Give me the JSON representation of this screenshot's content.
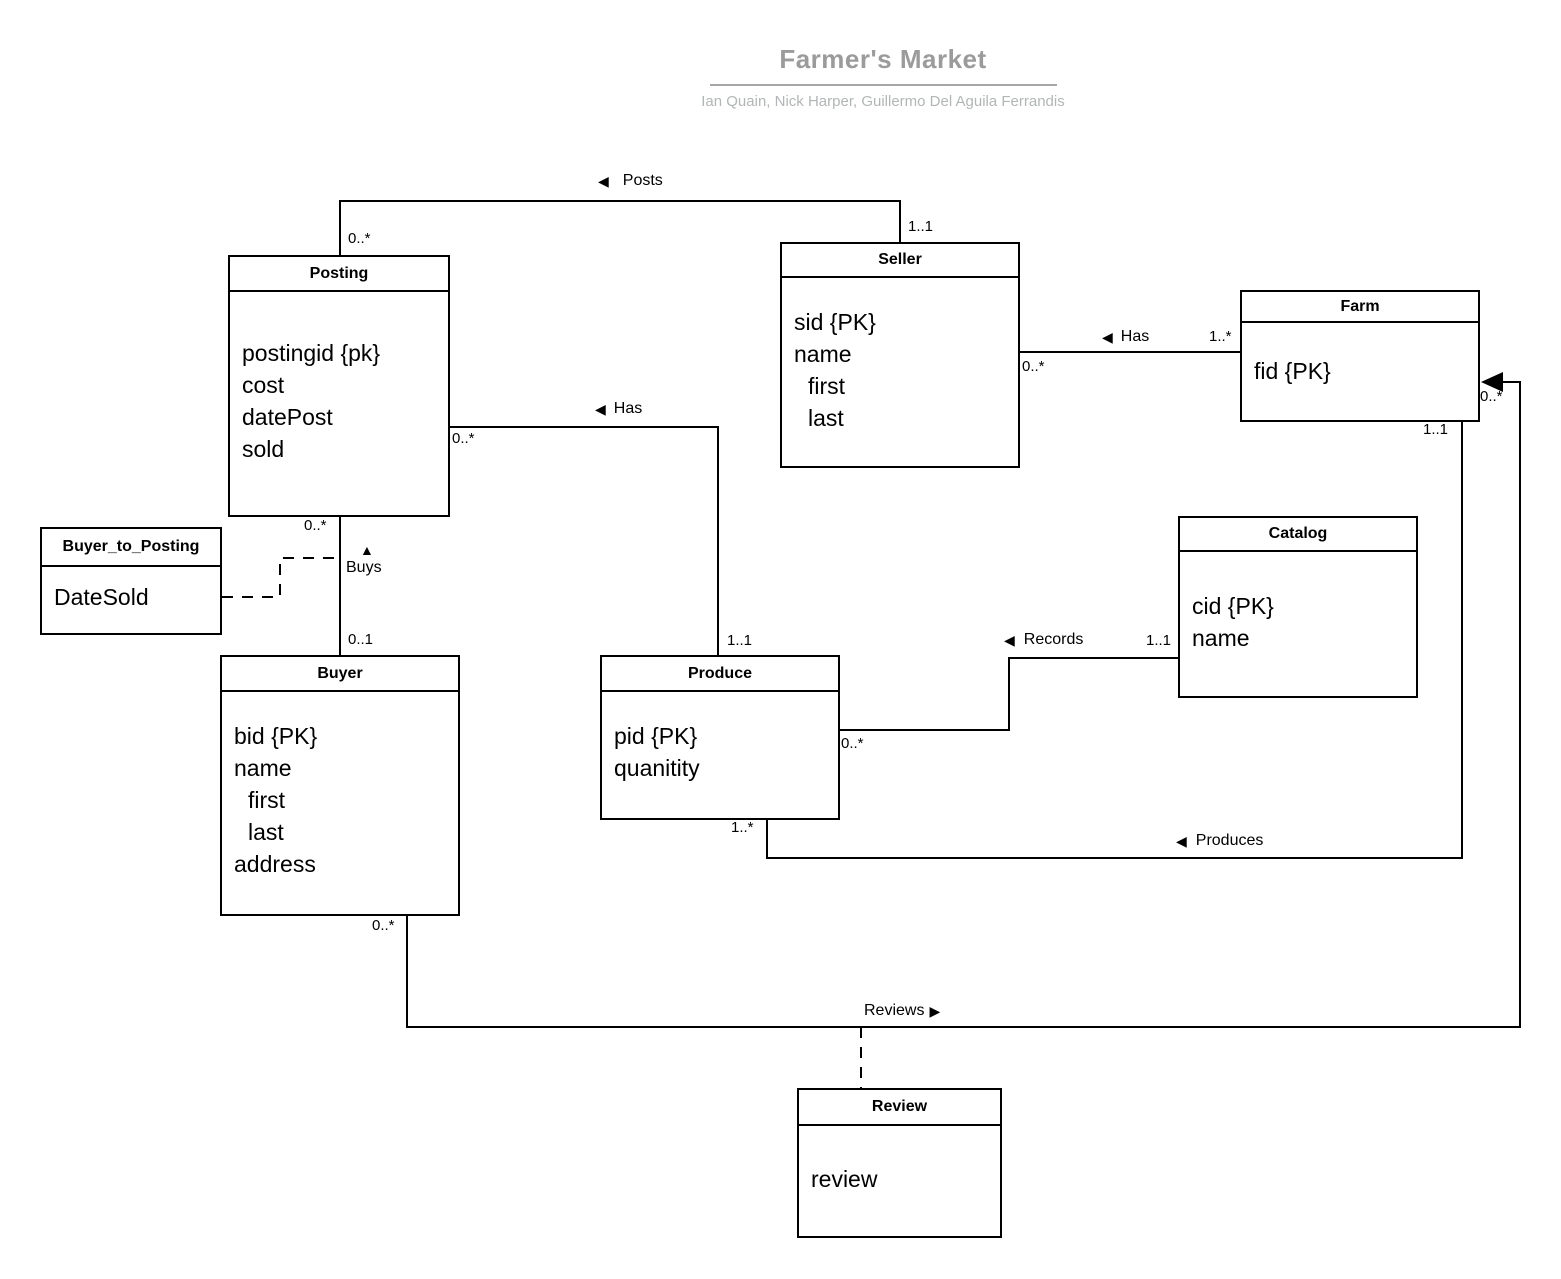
{
  "page": {
    "title": "Farmer's Market",
    "subtitle": "Ian Quain, Nick Harper, Guillermo Del Aguila Ferrandis"
  },
  "colors": {
    "line": "#000000",
    "box_border": "#000000",
    "box_fill": "#ffffff",
    "title_gray": "#9b9b9b",
    "subtitle_gray": "#b2b6b6",
    "rule_gray": "#a6a6a6"
  },
  "entities": {
    "posting": {
      "name": "Posting",
      "attributes": [
        "postingid {pk}",
        "cost",
        "datePost",
        "sold"
      ]
    },
    "seller": {
      "name": "Seller",
      "attributes": [
        "sid {PK}",
        "name",
        "first",
        "last"
      ]
    },
    "farm": {
      "name": "Farm",
      "attributes": [
        "fid {PK}"
      ]
    },
    "buyer_to_posting": {
      "name": "Buyer_to_Posting",
      "attributes": [
        "DateSold"
      ]
    },
    "buyer": {
      "name": "Buyer",
      "attributes": [
        "bid {PK}",
        "name",
        "first",
        "last",
        "address"
      ]
    },
    "produce": {
      "name": "Produce",
      "attributes": [
        "pid {PK}",
        "quanitity"
      ]
    },
    "catalog": {
      "name": "Catalog",
      "attributes": [
        "cid {PK}",
        "name"
      ]
    },
    "review": {
      "name": "Review",
      "attributes": [
        "review"
      ]
    }
  },
  "relationships": {
    "posts": {
      "label": "Posts",
      "arrow": "◀",
      "ends": {
        "posting": "0..*",
        "seller": "1..1"
      }
    },
    "has_posting_produce": {
      "label": "Has",
      "arrow": "◀",
      "ends": {
        "posting": "0..*",
        "produce": "1..1"
      }
    },
    "has_seller_farm": {
      "label": "Has",
      "arrow": "◀",
      "ends": {
        "seller": "0..*",
        "farm": "1..*"
      }
    },
    "buys": {
      "label": "Buys",
      "arrow": "▲",
      "ends": {
        "posting": "0..*",
        "buyer": "0..1"
      }
    },
    "records": {
      "label": "Records",
      "arrow": "◀",
      "ends": {
        "produce": "0..*",
        "catalog": "1..1"
      }
    },
    "produces": {
      "label": "Produces",
      "arrow": "◀",
      "ends": {
        "produce": "1..*",
        "farm": "1..1"
      }
    },
    "reviews": {
      "label": "Reviews",
      "arrow": "▶",
      "ends": {
        "buyer": "0..*",
        "farm": "0..*"
      }
    }
  }
}
